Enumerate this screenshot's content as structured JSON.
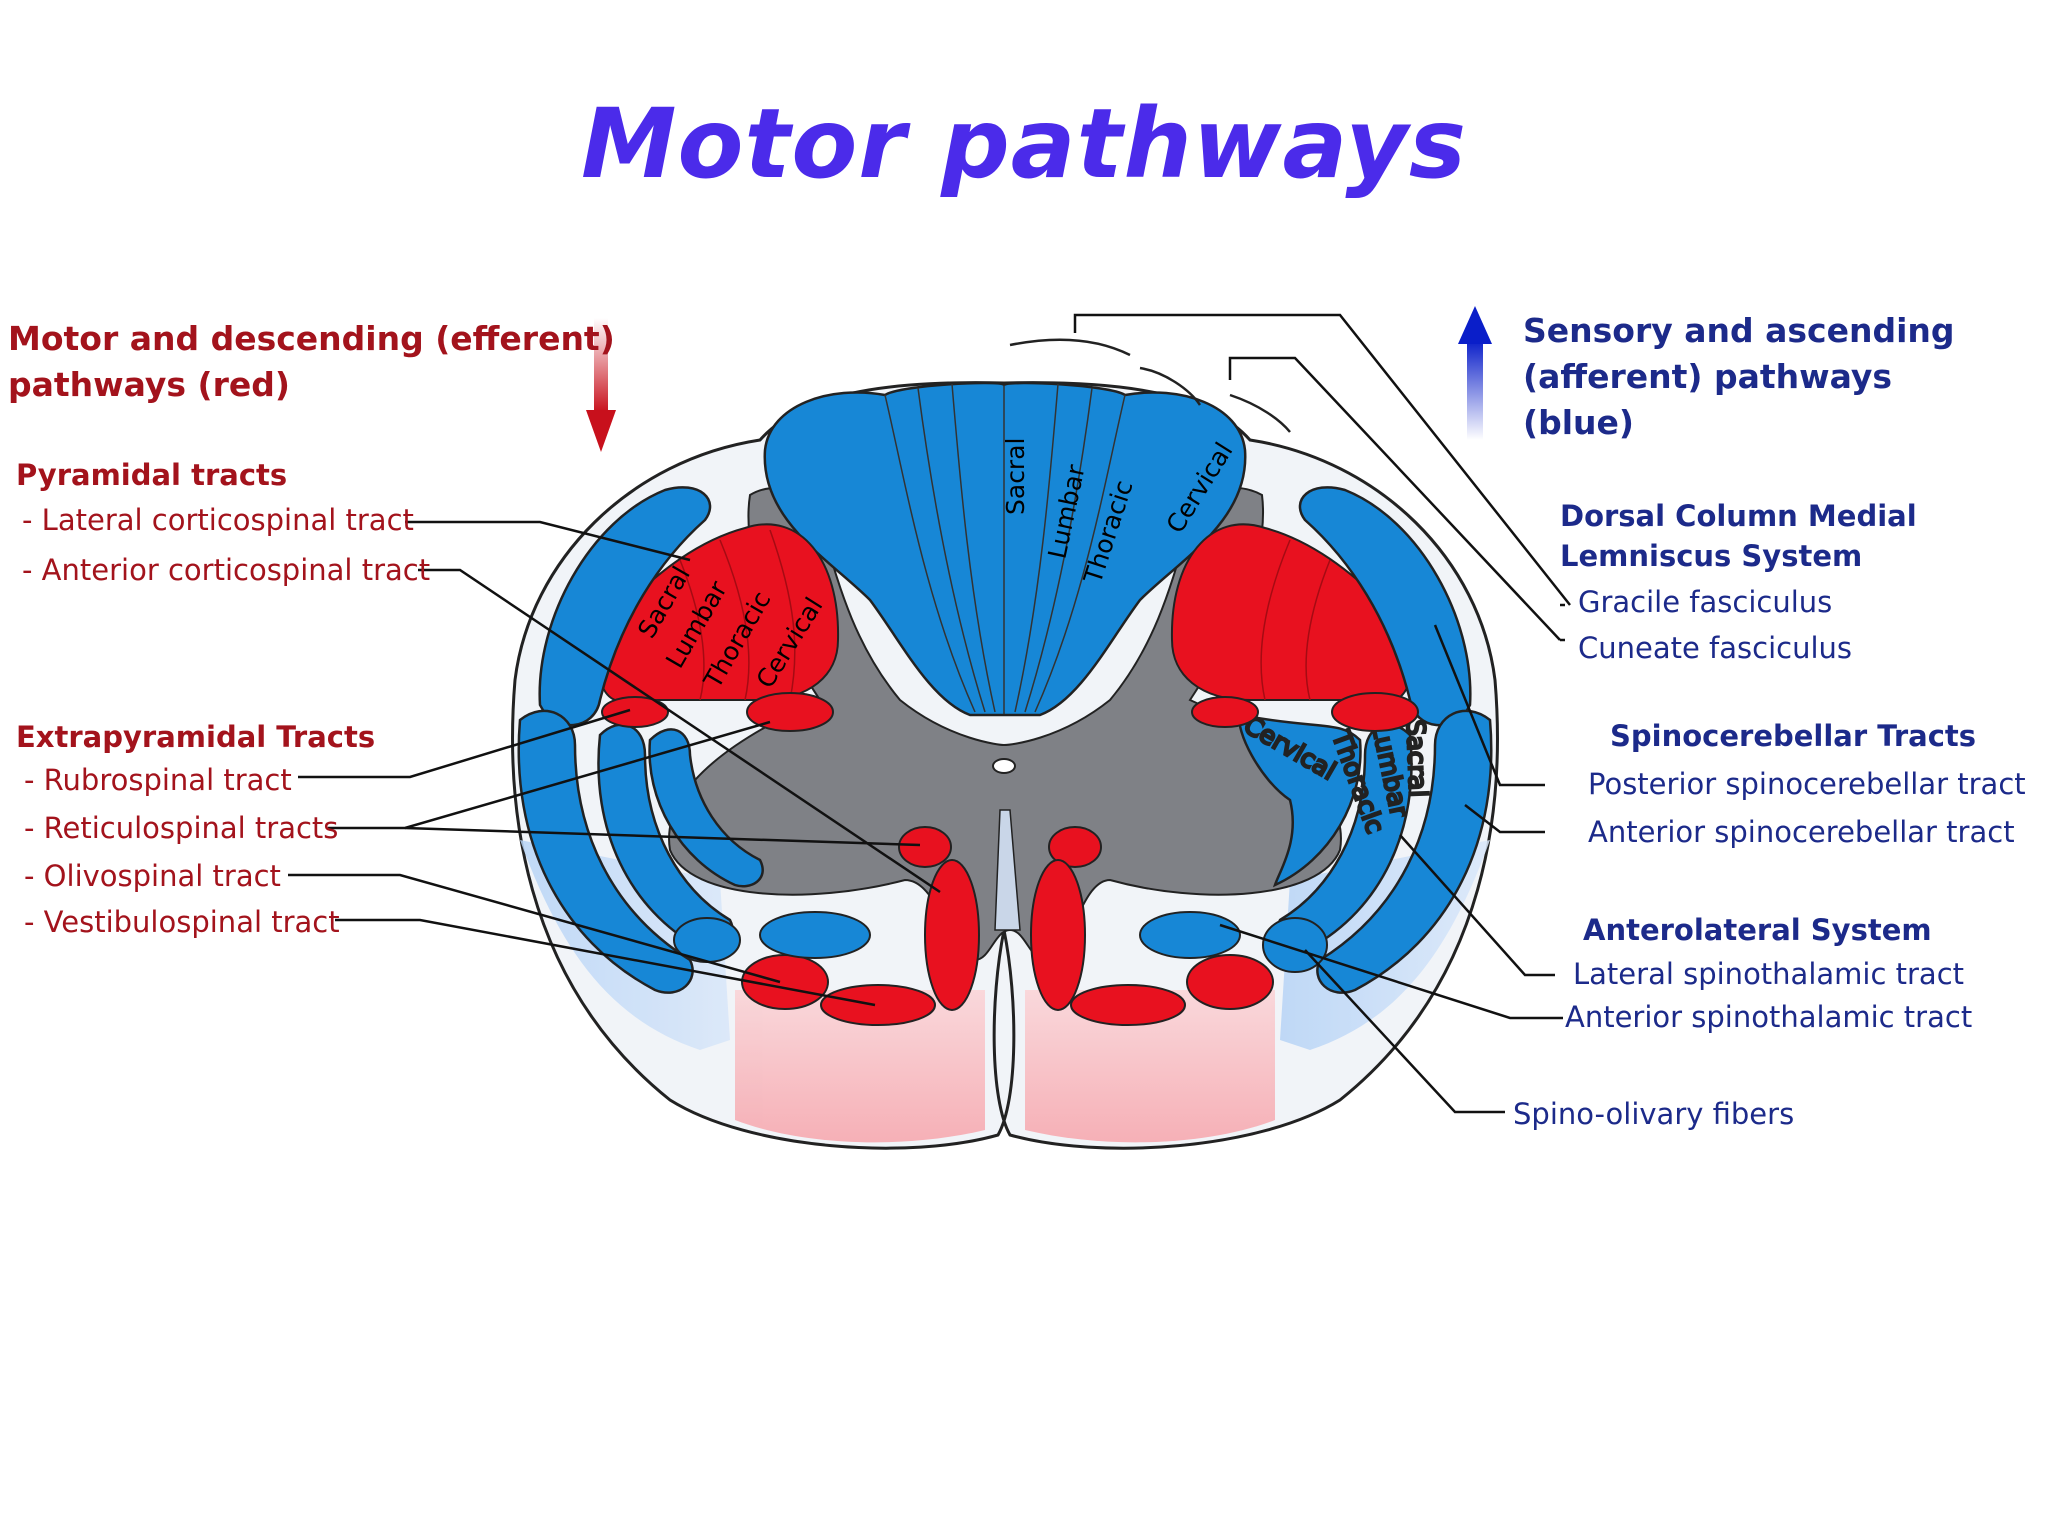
{
  "title": "Motor pathways",
  "left": {
    "heading_line1": "Motor and descending (efferent)",
    "heading_line2": "pathways   (red)",
    "pyramidal": {
      "title": "Pyramidal tracts",
      "items": [
        "- Lateral corticospinal tract",
        "- Anterior corticospinal tract"
      ]
    },
    "extrapyramidal": {
      "title": "Extrapyramidal Tracts",
      "items": [
        "- Rubrospinal tract",
        "- Reticulospinal tracts",
        "- Olivospinal tract",
        "- Vestibulospinal tract"
      ]
    }
  },
  "right": {
    "heading_line1": "Sensory and ascending",
    "heading_line2": "(afferent) pathways",
    "heading_line3": "(blue)",
    "dcml": {
      "title_line1": "Dorsal Column Medial",
      "title_line2": "Lemniscus System",
      "items": [
        "Gracile fasciculus",
        "Cuneate fasciculus"
      ]
    },
    "spinocerebellar": {
      "title": "Spinocerebellar Tracts",
      "items": [
        "Posterior spinocerebellar tract",
        "Anterior spinocerebellar tract"
      ]
    },
    "anterolateral": {
      "title": "Anterolateral System",
      "items": [
        "Lateral spinothalamic tract",
        "Anterior spinothalamic tract"
      ]
    },
    "spino_olivary": "Spino-olivary fibers"
  },
  "segments": {
    "sacral": "Sacral",
    "lumbar": "Lumbar",
    "thoracic": "Thoracic",
    "cervical": "Cervical"
  },
  "colors": {
    "title": "#4b2bea",
    "motor_red": "#e8111f",
    "sensory_blue": "#1787d6",
    "grey_matter": "#7d7f84",
    "red_text": "#a3131c",
    "blue_text": "#1c2a8a"
  }
}
